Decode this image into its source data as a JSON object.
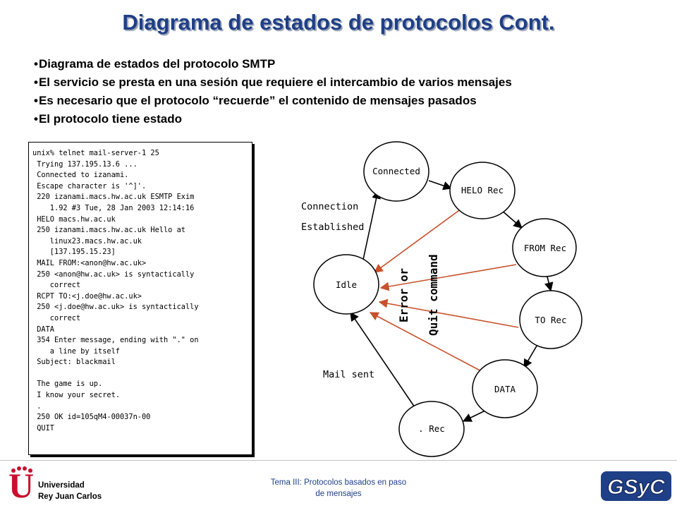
{
  "title": "Diagrama de estados de protocolos Cont.",
  "bullets": [
    "Diagrama de estados del protocolo SMTP",
    "El servicio se presta en una sesión que requiere el intercambio de varios mensajes",
    "Es necesario que el protocolo “recuerde” el contenido de mensajes pasados",
    "El protocolo tiene estado"
  ],
  "terminal": {
    "lines": [
      "unix% telnet mail-server-1 25",
      " Trying 137.195.13.6 ...",
      " Connected to izanami.",
      " Escape character is '^]'.",
      " 220 izanami.macs.hw.ac.uk ESMTP Exim",
      "    1.92 #3 Tue, 28 Jan 2003 12:14:16",
      " HELO macs.hw.ac.uk",
      " 250 izanami.macs.hw.ac.uk Hello at",
      "    linux23.macs.hw.ac.uk",
      "    [137.195.15.23]",
      " MAIL FROM:<anon@hw.ac.uk>",
      " 250 <anon@hw.ac.uk> is syntactically",
      "    correct",
      " RCPT TO:<j.doe@hw.ac.uk>",
      " 250 <j.doe@hw.ac.uk> is syntactically",
      "    correct",
      " DATA",
      " 354 Enter message, ending with \".\" on",
      "    a line by itself",
      " Subject: blackmail",
      "",
      " The game is up.",
      " I know your secret.",
      " .",
      " 250 OK id=105qM4-00037n-00",
      " QUIT"
    ]
  },
  "diagram": {
    "states": {
      "connected": "Connected",
      "helo": "HELO Rec",
      "from": "FROM Rec",
      "idle": "Idle",
      "to": "TO Rec",
      "data": "DATA",
      "dot": ". Rec"
    },
    "labels": {
      "connection_1": "Connection",
      "connection_2": "Established",
      "error_1": "Error or",
      "error_2": "Quit command",
      "mail_sent": "Mail sent"
    },
    "colors": {
      "error_arrow": "#c8502a",
      "normal_arrow": "#000000"
    }
  },
  "footer": {
    "university": [
      "Universidad",
      "Rey Juan Carlos"
    ],
    "logo_mark": "U",
    "caption": [
      "Tema III: Protocolos basados en paso",
      "de mensajes"
    ],
    "brand": "GSyC"
  }
}
